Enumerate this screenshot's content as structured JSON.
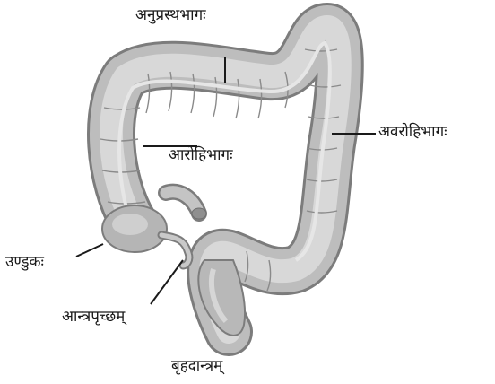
{
  "diagram": {
    "labels": {
      "transverse": "अनुप्रस्थभागः",
      "descending": "अवरोहिभागः",
      "ascending": "आरोहिभागः",
      "caecum": "उण्डुकः",
      "appendix": "आन्त्रपृच्छम्"
    },
    "caption": "बृहदान्त्रम्"
  }
}
